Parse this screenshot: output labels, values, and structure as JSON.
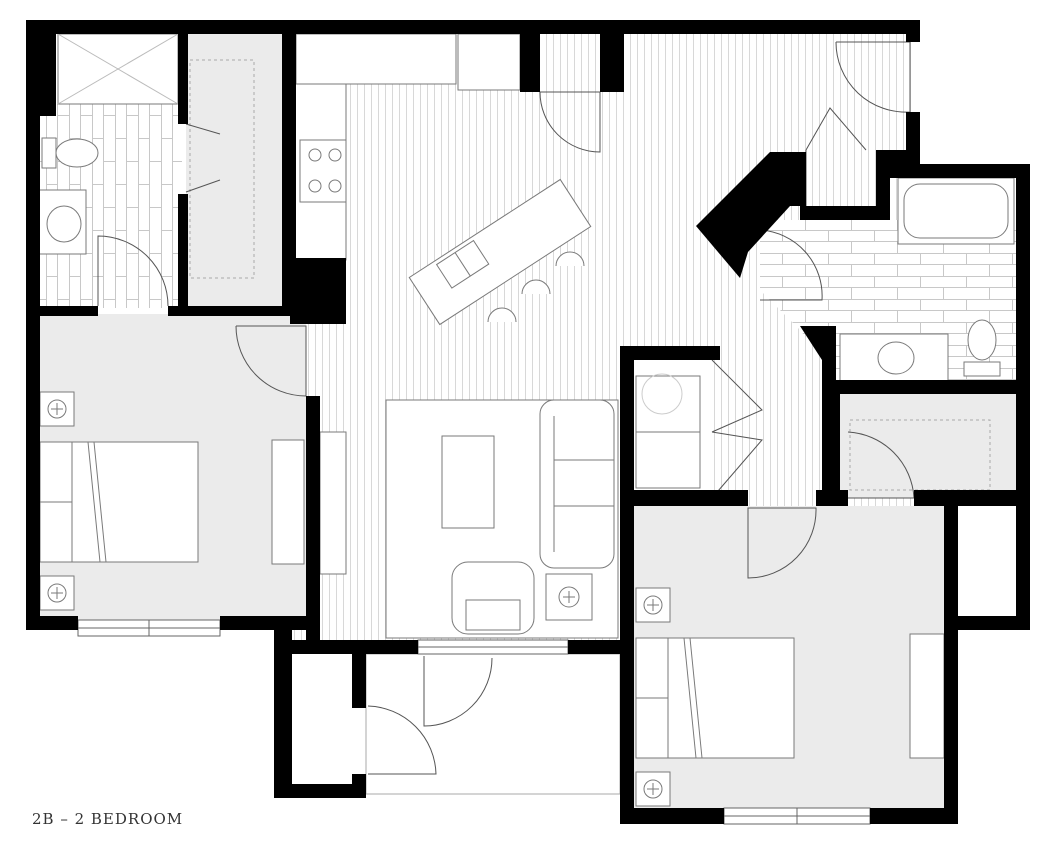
{
  "caption": "2B – 2 BEDROOM",
  "colors": {
    "wall": "#000000",
    "carpet": "#ebebeb",
    "tile": "#ffffff",
    "plank_line": "#d4d4d4",
    "fixture_line": "#7a7a7a",
    "background": "#ffffff"
  },
  "rooms": [
    {
      "id": "bedroom-1",
      "floor": "carpet"
    },
    {
      "id": "bedroom-2",
      "floor": "carpet"
    },
    {
      "id": "living-kitchen",
      "floor": "plank"
    },
    {
      "id": "bath-1",
      "floor": "tile"
    },
    {
      "id": "bath-2",
      "floor": "tile"
    },
    {
      "id": "walk-in-closet-1",
      "floor": "carpet"
    },
    {
      "id": "walk-in-closet-2",
      "floor": "carpet"
    },
    {
      "id": "laundry",
      "floor": "plank"
    },
    {
      "id": "patio",
      "floor": "none"
    },
    {
      "id": "storage",
      "floor": "none"
    }
  ],
  "fixtures": [
    "bed",
    "nightstand",
    "sofa",
    "armchair",
    "coffee-table",
    "kitchen-island",
    "double-sink",
    "bar-stool",
    "range",
    "toilet",
    "bathtub",
    "shower",
    "vanity-sink",
    "washer",
    "dryer",
    "dresser",
    "tv-console",
    "side-table"
  ]
}
